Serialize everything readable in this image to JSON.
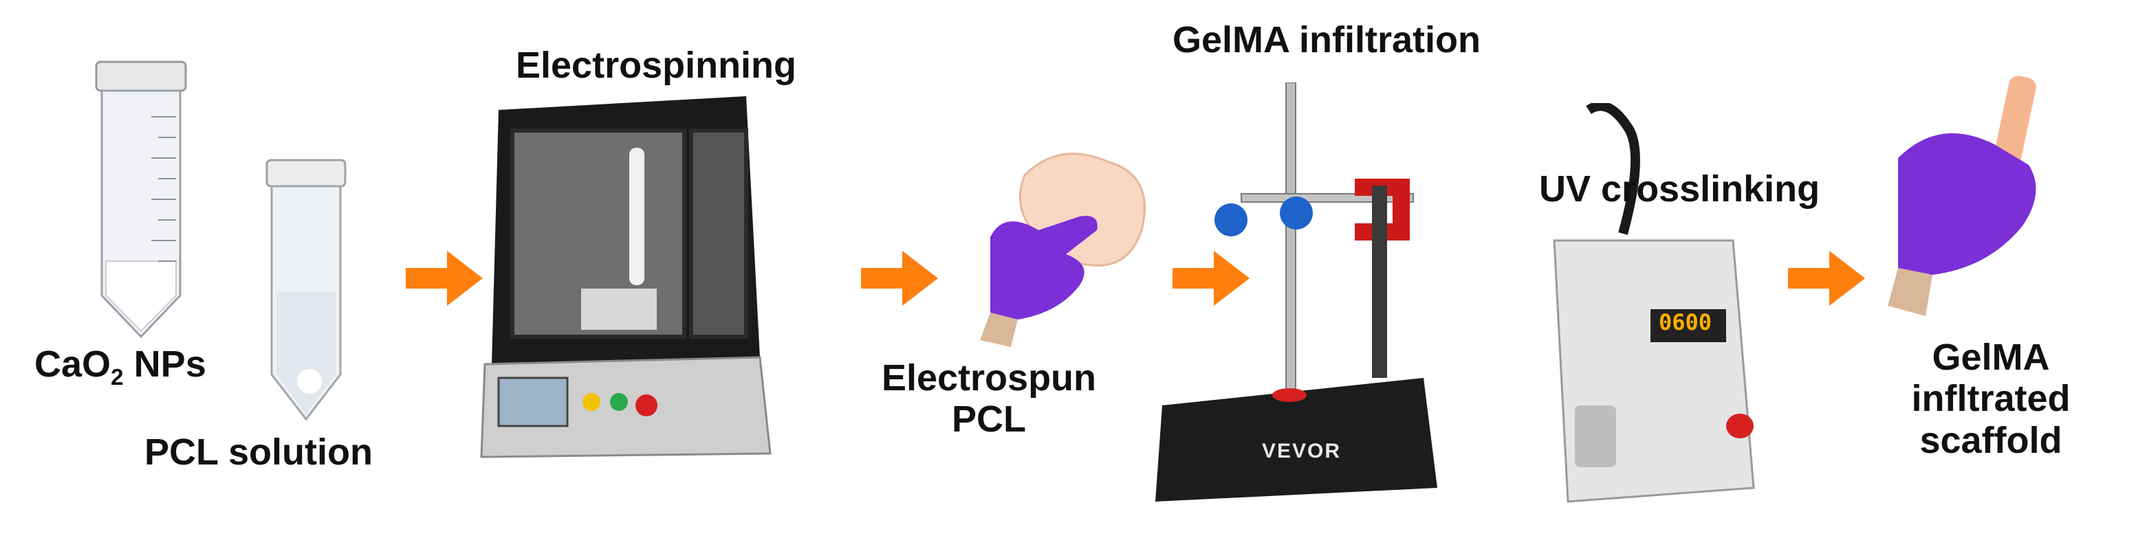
{
  "colors": {
    "arrow": "#ff7f0e",
    "glove": "#7b2fd6",
    "glove_dark": "#4b1a9a",
    "machine_dark": "#1a1a1a",
    "uv_light": "#3fa9f5",
    "display_digits": "#ffb000"
  },
  "labels": {
    "cao2_main": "CaO",
    "cao2_sub": "2",
    "cao2_rest": " NPs",
    "pcl_solution": "PCL solution",
    "electrospinning": "Electrospinning",
    "electrospun_line1": "Electrospun",
    "electrospun_line2": "PCL",
    "gelma_infiltration": "GelMA infiltration",
    "uv_crosslinking": "UV crosslinking",
    "final_line1": "GelMA",
    "final_line2": "infltrated",
    "final_line3": "scaffold"
  },
  "equipment_text": {
    "stand_brand": "VEVOR",
    "uv_display": "0600"
  }
}
